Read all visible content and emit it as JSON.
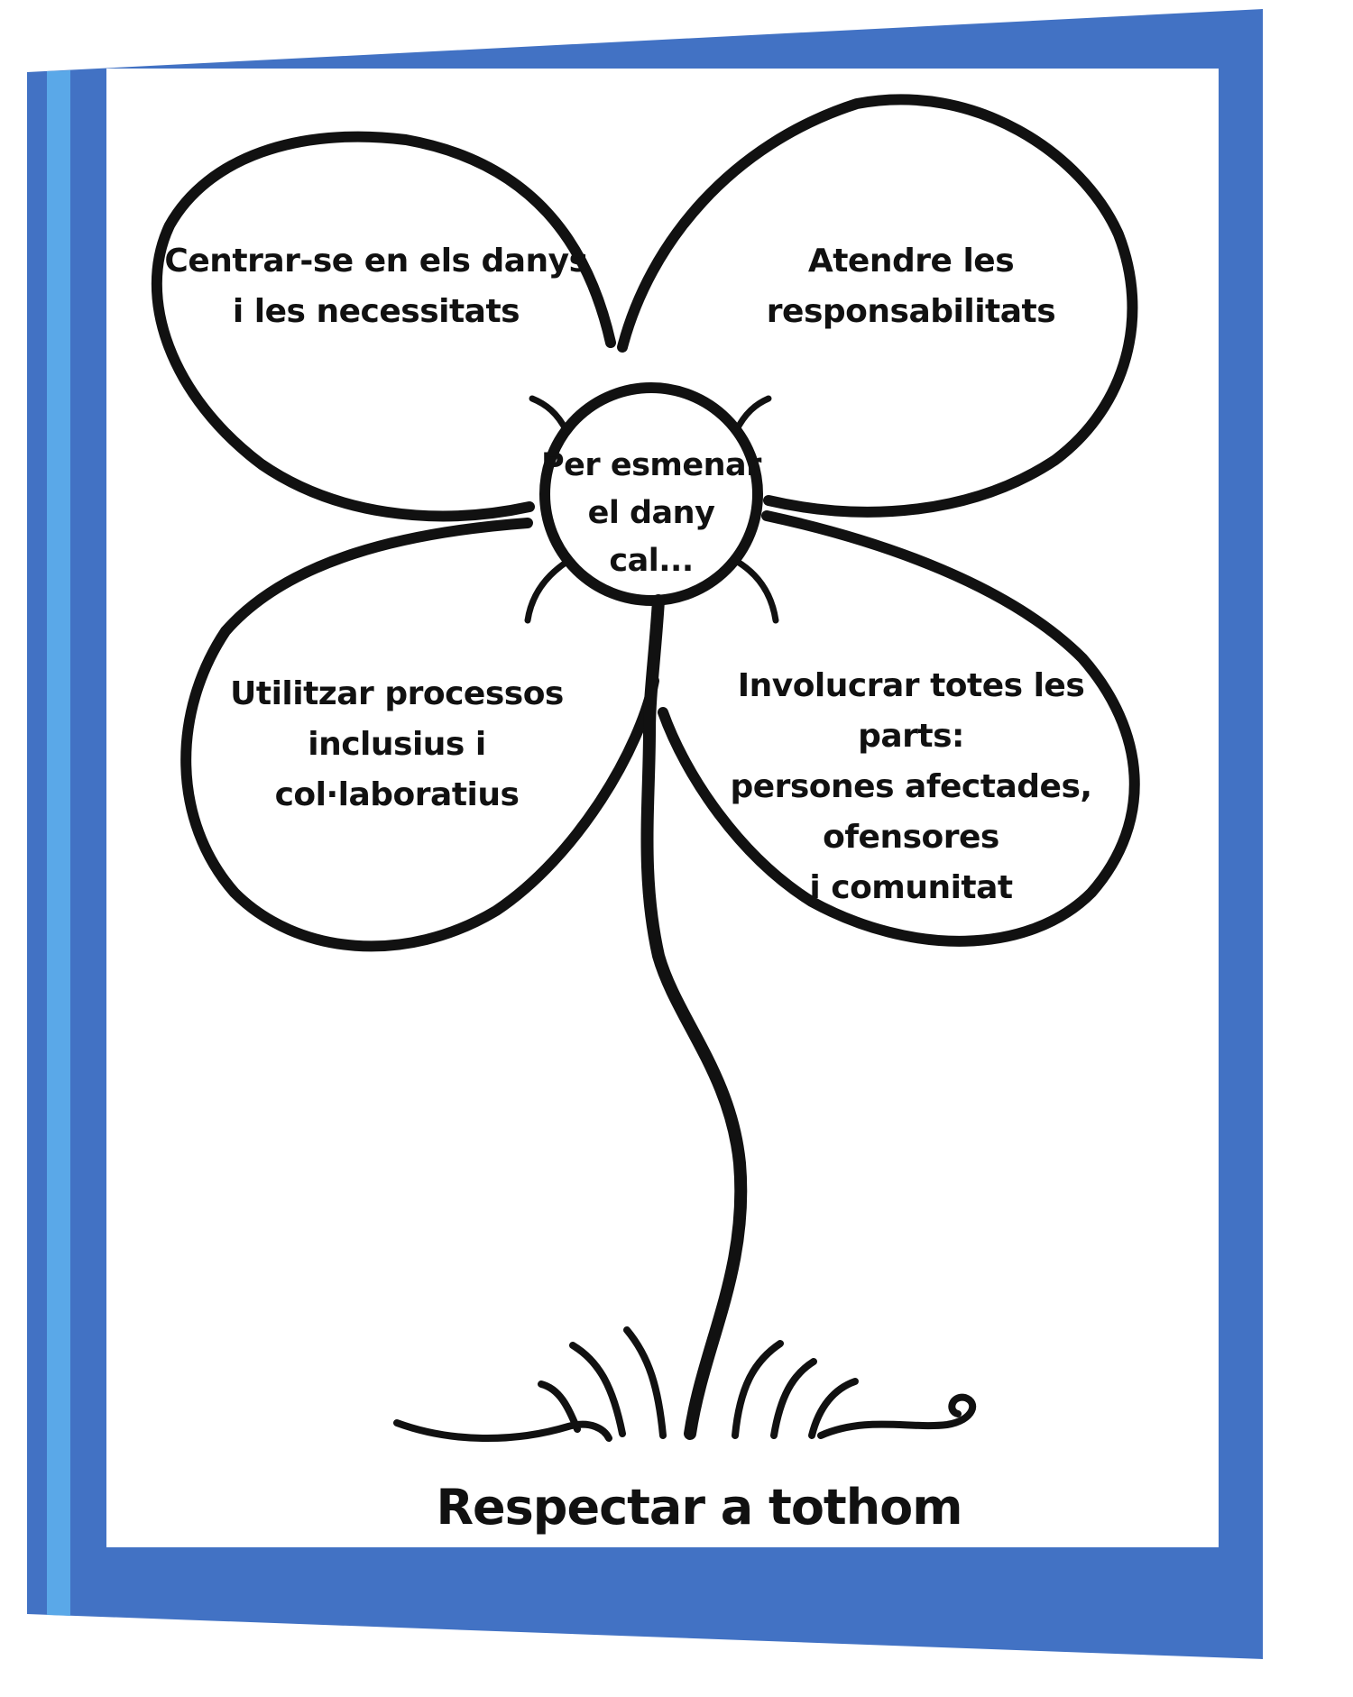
{
  "colors": {
    "cover_blue": "#4272c4",
    "spine_light_blue": "#5aa8e8",
    "page_white": "#ffffff",
    "ink": "#111111",
    "back_edge_blue": "#2a86d4"
  },
  "diagram": {
    "center": {
      "lines": [
        "Per esmenar",
        "el dany",
        "cal..."
      ]
    },
    "petals": [
      {
        "position": "top-left",
        "lines": [
          "Centrar-se en els danys",
          "i les necessitats"
        ]
      },
      {
        "position": "top-right",
        "lines": [
          "Atendre les",
          "responsabilitats"
        ]
      },
      {
        "position": "bottom-left",
        "lines": [
          "Utilitzar processos",
          "inclusius i",
          "col·laboratius"
        ]
      },
      {
        "position": "bottom-right",
        "lines": [
          "Involucrar totes les",
          "parts:",
          "persones afectades,",
          "ofensores",
          "i comunitat"
        ]
      }
    ],
    "caption": "Respectar a tothom"
  }
}
